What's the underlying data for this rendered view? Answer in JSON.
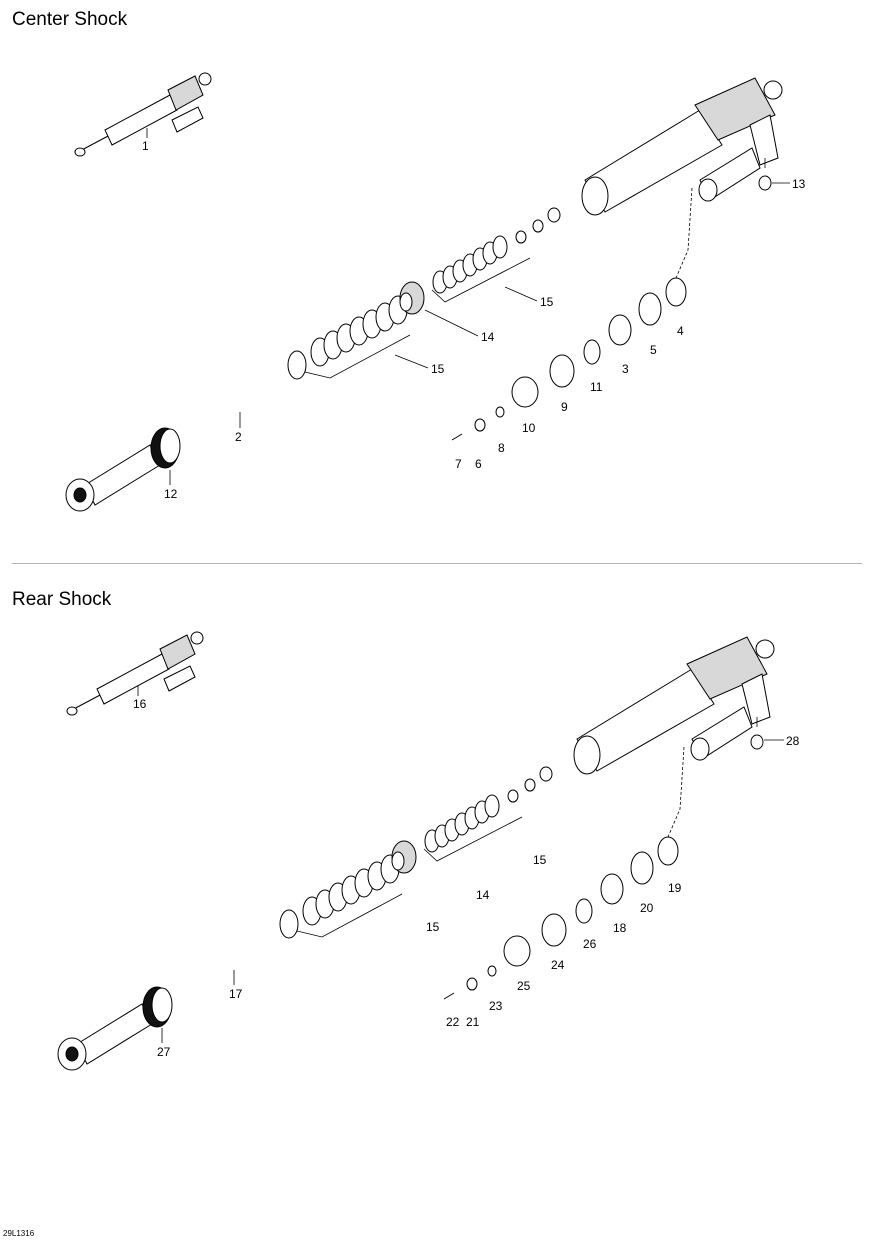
{
  "sections": {
    "center": {
      "title": "Center Shock",
      "callouts": [
        "1",
        "2",
        "3",
        "4",
        "5",
        "6",
        "7",
        "8",
        "9",
        "10",
        "11",
        "12",
        "13",
        "14",
        "15",
        "15"
      ]
    },
    "rear": {
      "title": "Rear Shock",
      "callouts": [
        "16",
        "17",
        "18",
        "19",
        "20",
        "21",
        "22",
        "23",
        "24",
        "25",
        "26",
        "27",
        "28",
        "14",
        "15",
        "15"
      ]
    }
  },
  "drawing_ref": "29L1316"
}
